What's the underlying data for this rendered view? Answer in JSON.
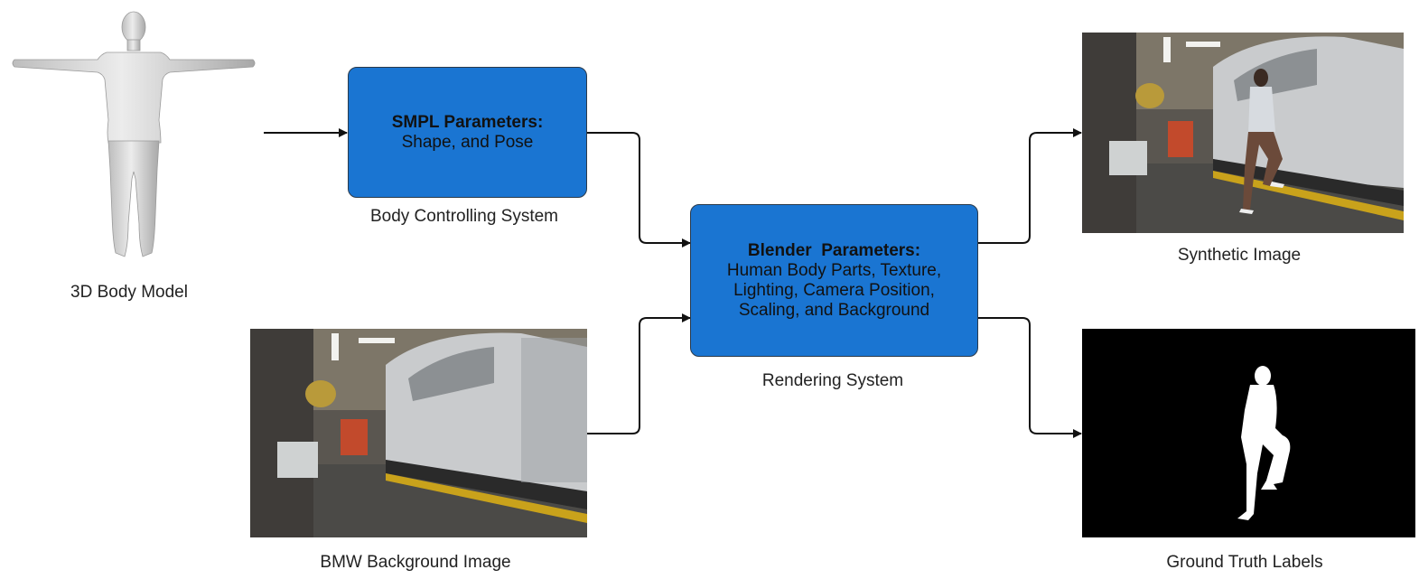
{
  "captions": {
    "body_model": "3D Body Model",
    "body_controlling": "Body Controlling System",
    "rendering": "Rendering System",
    "bmw_background": "BMW Background Image",
    "synthetic": "Synthetic Image",
    "ground_truth": "Ground Truth Labels"
  },
  "smpl_box": {
    "title": "SMPL Parameters:",
    "line1": "Shape, and Pose"
  },
  "blender_box": {
    "title": "Blender  Parameters:",
    "line1": "Human Body Parts, Texture,",
    "line2": "Lighting, Camera Position,",
    "line3": "Scaling, and Background"
  },
  "colors": {
    "box_fill": "#1a75d2",
    "box_border": "#2b3a4a",
    "arrow": "#111111",
    "mask_bg": "#000000",
    "mask_fg": "#ffffff"
  }
}
